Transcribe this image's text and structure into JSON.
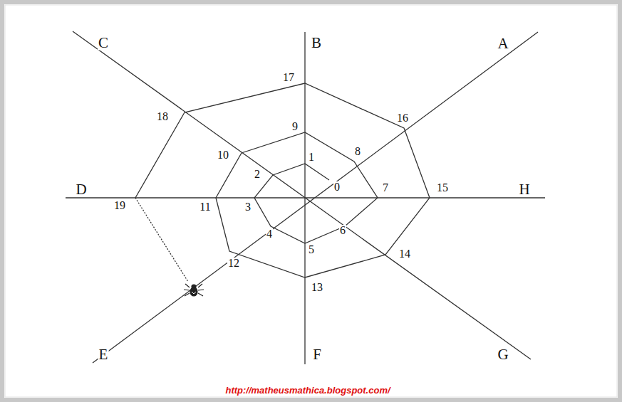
{
  "diagram": {
    "labels": [
      "C",
      "B",
      "A",
      "D",
      "H",
      "E",
      "F",
      "G",
      "0",
      "1",
      "2",
      "3",
      "4",
      "5",
      "6",
      "7",
      "8",
      "9",
      "10",
      "11",
      "12",
      "13",
      "14",
      "15",
      "16",
      "17",
      "18",
      "19",
      "http://matheusmathica.blogspot.com/"
    ]
  }
}
